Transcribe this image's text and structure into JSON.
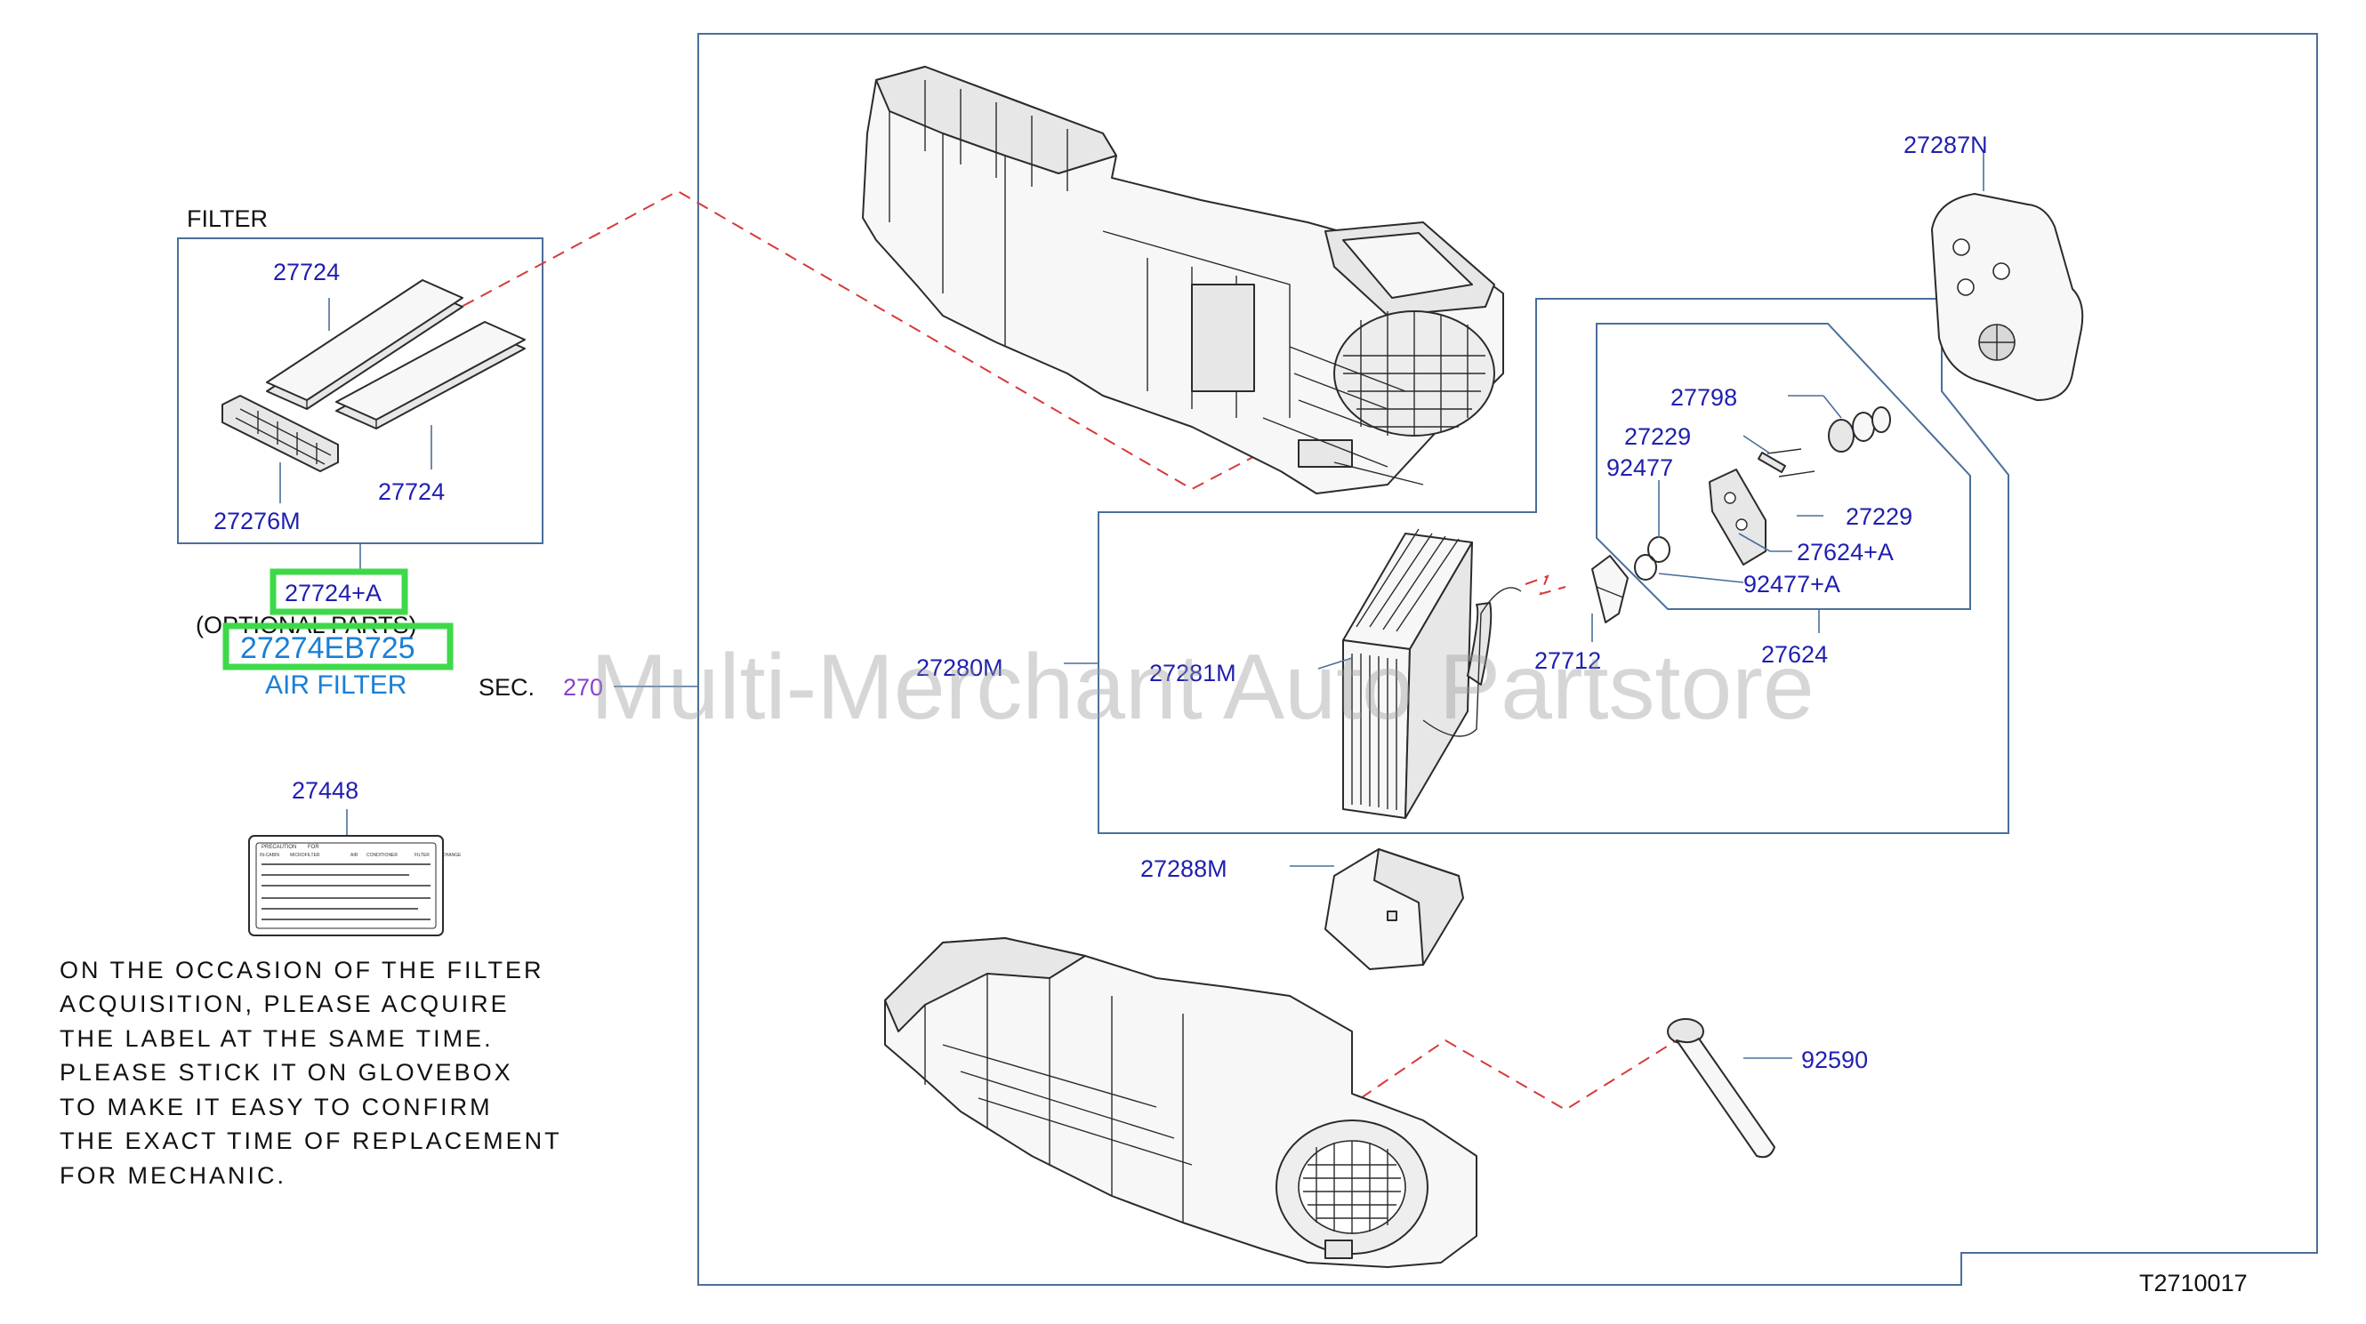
{
  "filter_box": {
    "title": "FILTER",
    "labels": {
      "top": "27724",
      "bottom": "27724",
      "frame": "27276M"
    }
  },
  "filter_callout": {
    "kit_number": "27724+A",
    "optional_text": "(OPTIONAL  PARTS)",
    "part_number": "27274EB725",
    "part_name": "AIR FILTER",
    "highlight_color": "#3ed94a",
    "part_color": "#1a7fd6"
  },
  "section_ref": {
    "prefix": "SEC.",
    "number": "270",
    "number_color": "#8a3fd0"
  },
  "label_part": {
    "number": "27448"
  },
  "precaution_label_text": [
    "PRECAUTION",
    "FOR",
    "IN-CABIN",
    "MICROFILTER",
    "AIR",
    "CONDITIONER",
    "FILTER",
    "CHANGE"
  ],
  "note_lines": [
    "ON  THE  OCCASION  OF  THE  FILTER",
    "ACQUISITION,  PLEASE  ACQUIRE",
    "THE  LABEL  AT  THE  SAME  TIME.",
    "PLEASE  STICK  IT  ON  GLOVEBOX",
    "TO  MAKE  IT  EASY  TO  CONFIRM",
    "THE  EXACT  TIME  OF  REPLACEMENT",
    "FOR  MECHANIC."
  ],
  "callouts": {
    "p27287N": "27287N",
    "p27798": "27798",
    "p27229a": "27229",
    "p92477": "92477",
    "p27229b": "27229",
    "p27624A": "27624+A",
    "p92477A": "92477+A",
    "p27280M": "27280M",
    "p27281M": "27281M",
    "p27712": "27712",
    "p27624": "27624",
    "p27288M": "27288M",
    "p92590": "92590"
  },
  "watermark": "Multi-Merchant Auto Partstore",
  "diagram_code": "T2710017",
  "colors": {
    "part_number": "#1f1fb0",
    "frame_line": "#4a6f9a",
    "dashed_leader": "#d8393a"
  }
}
